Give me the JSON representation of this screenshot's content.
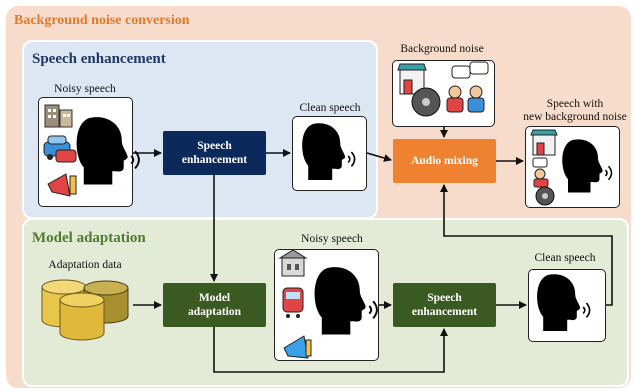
{
  "outer": {
    "title": "Background noise conversion"
  },
  "speech_section": {
    "title": "Speech enhancement",
    "input_label": "Noisy speech",
    "block": [
      "Speech",
      "enhancement"
    ],
    "output_label": "Clean speech"
  },
  "mixing": {
    "noise_label": "Background noise",
    "block": "Audio mixing",
    "output_label": [
      "Speech with",
      "new background noise"
    ]
  },
  "adapt_section": {
    "title": "Model adaptation",
    "data_label": "Adaptation data",
    "block": [
      "Model",
      "adaptation"
    ],
    "noisy_label": "Noisy speech",
    "enh_block": [
      "Speech",
      "enhancement"
    ],
    "clean_label": "Clean speech"
  },
  "colors": {
    "outer_bg": "#f8dccb",
    "outer_title": "#e07a2c",
    "speech_bg": "#dce7f3",
    "speech_title": "#1f3864",
    "speech_block": "#0b2a5b",
    "adapt_bg": "#e3ead6",
    "adapt_title": "#4f7d2f",
    "adapt_block": "#3b5a22",
    "mixing_block": "#ee8230"
  },
  "icons": [
    "building-icon",
    "car-icon",
    "megaphone-icon",
    "head-speaking-icon",
    "vinyl-record-icon",
    "shop-icon",
    "chat-people-icon",
    "train-icon",
    "database-icon"
  ]
}
